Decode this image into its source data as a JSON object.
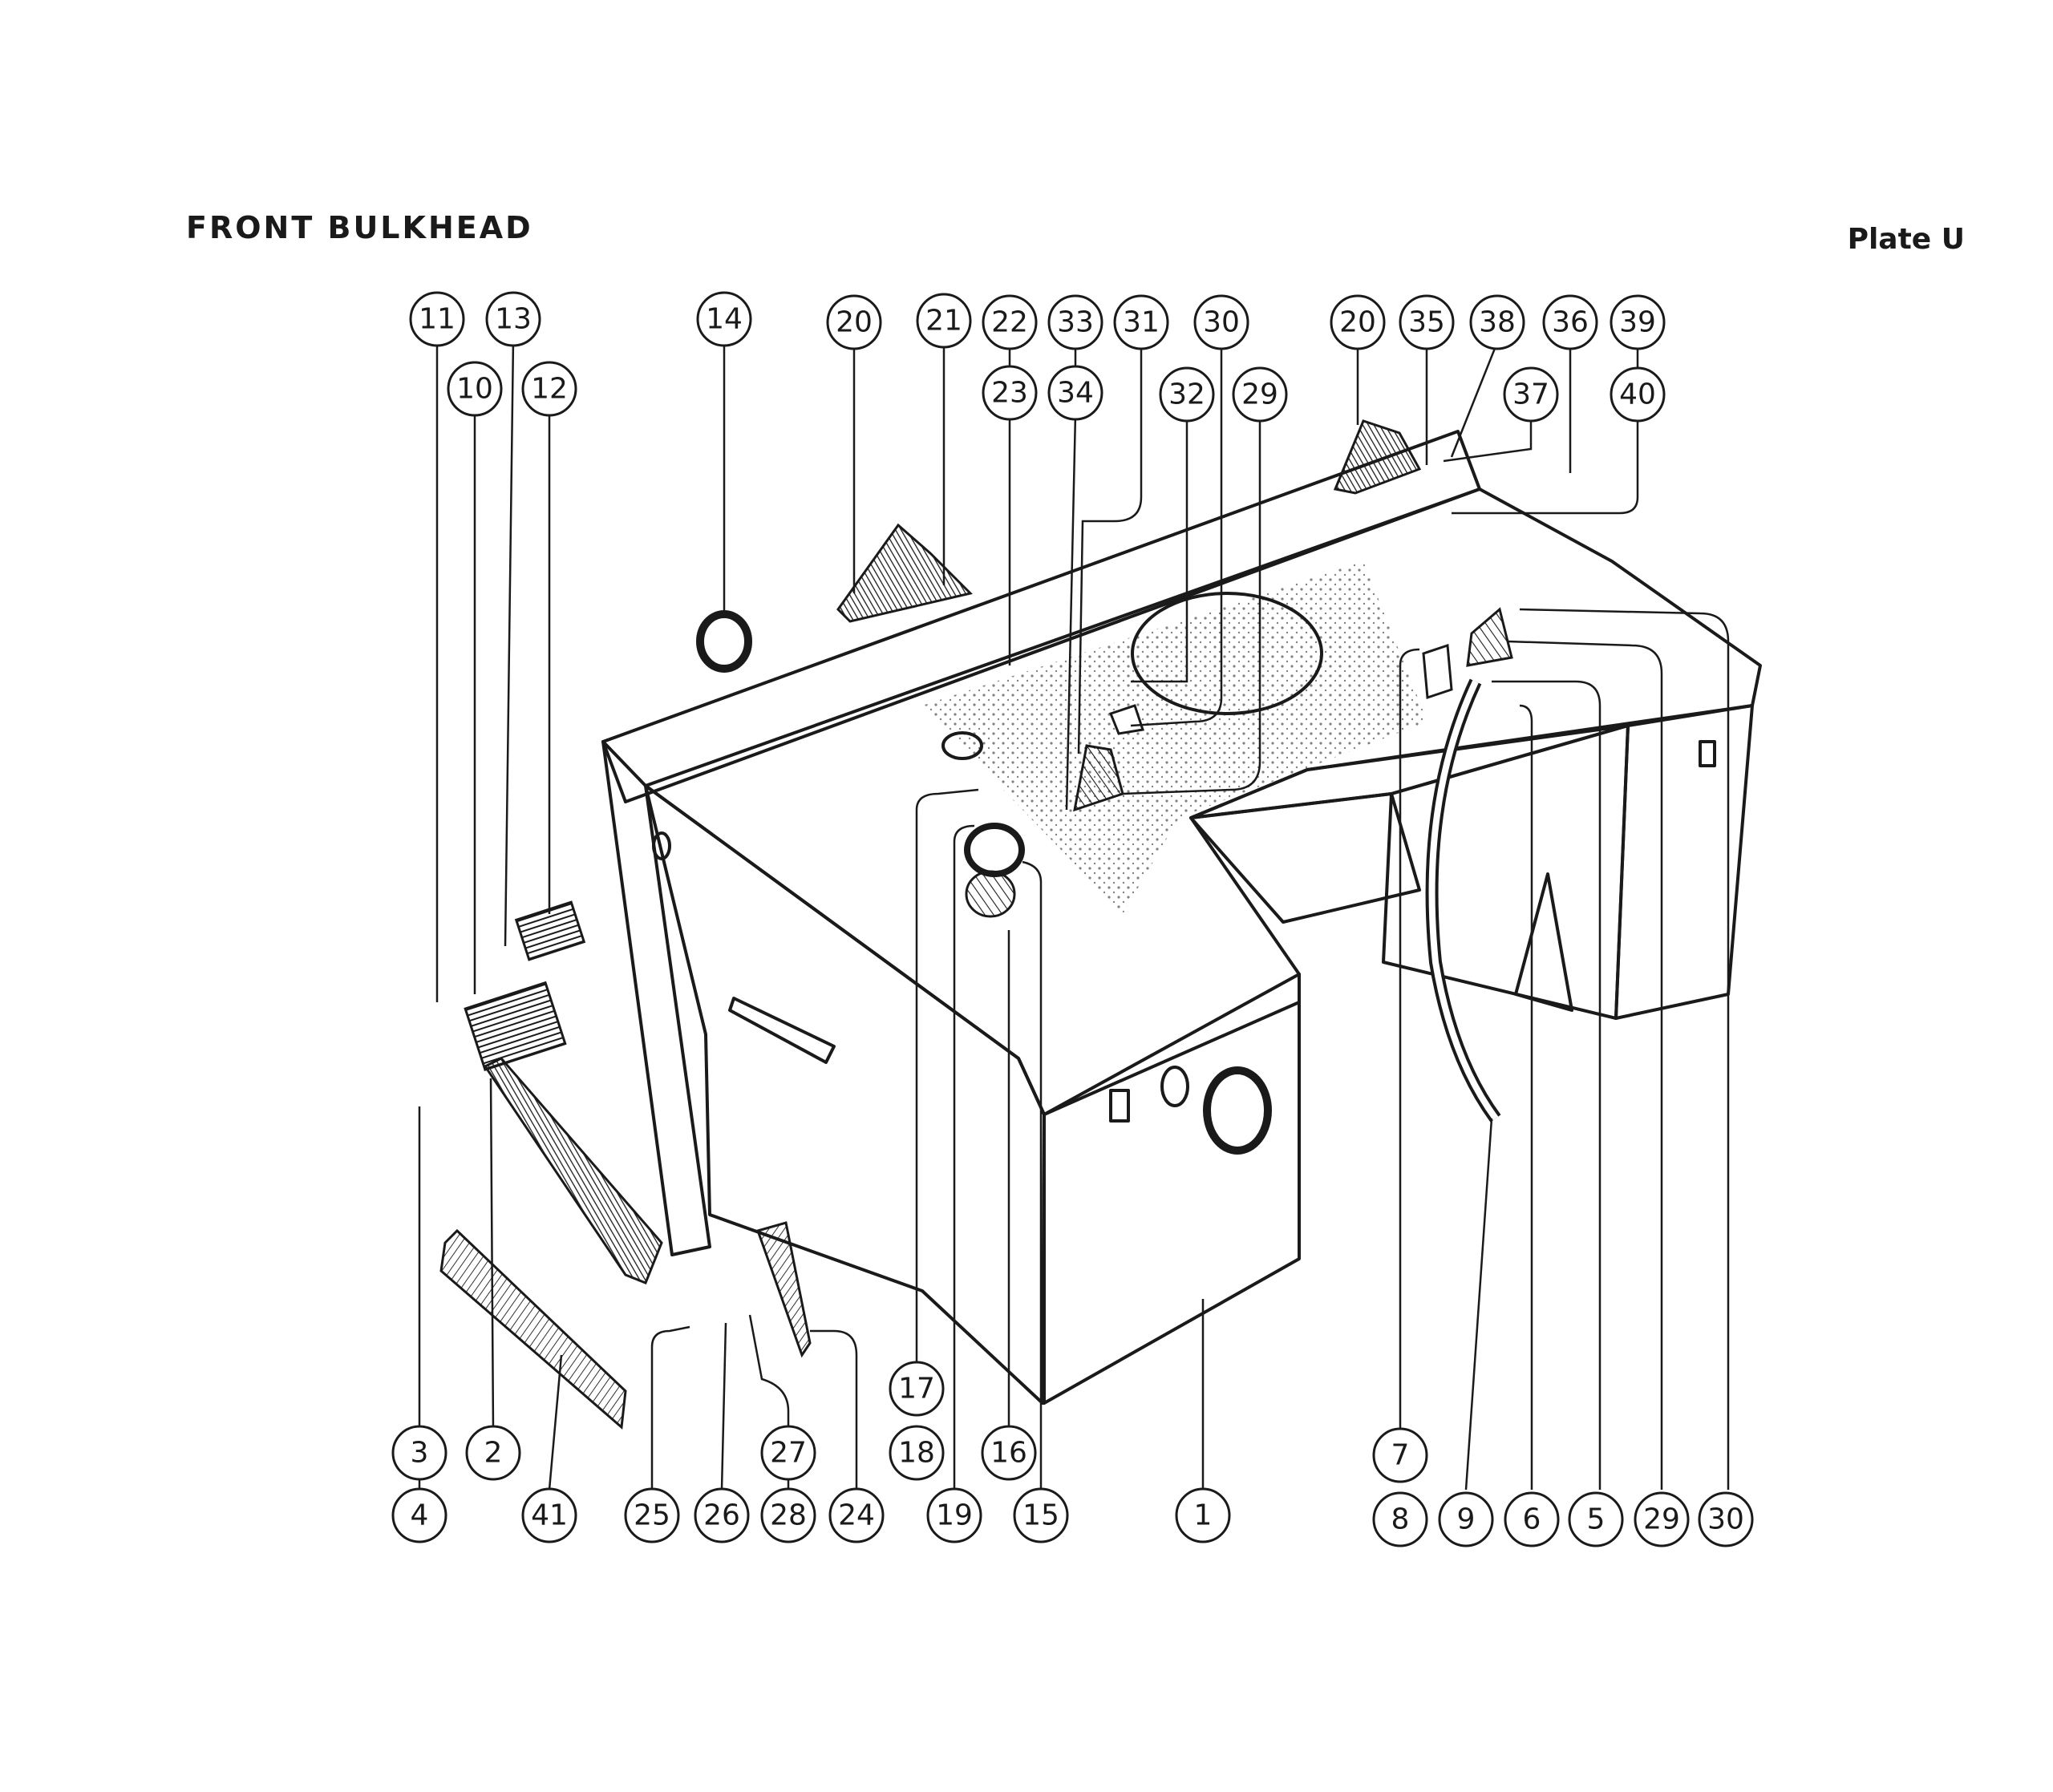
{
  "title": "FRONT BULKHEAD",
  "plate": "Plate U",
  "callouts": [
    "11",
    "13",
    "10",
    "12",
    "14",
    "20",
    "21",
    "22",
    "23",
    "33",
    "34",
    "31",
    "30",
    "32",
    "29",
    "20",
    "35",
    "38",
    "36",
    "39",
    "37",
    "40",
    "3",
    "4",
    "2",
    "41",
    "25",
    "26",
    "27",
    "28",
    "24",
    "17",
    "18",
    "19",
    "16",
    "15",
    "1",
    "7",
    "8",
    "9",
    "6",
    "5",
    "29",
    "30"
  ],
  "colors": {
    "ink": "#1a1a1a",
    "paper": "#ffffff"
  }
}
